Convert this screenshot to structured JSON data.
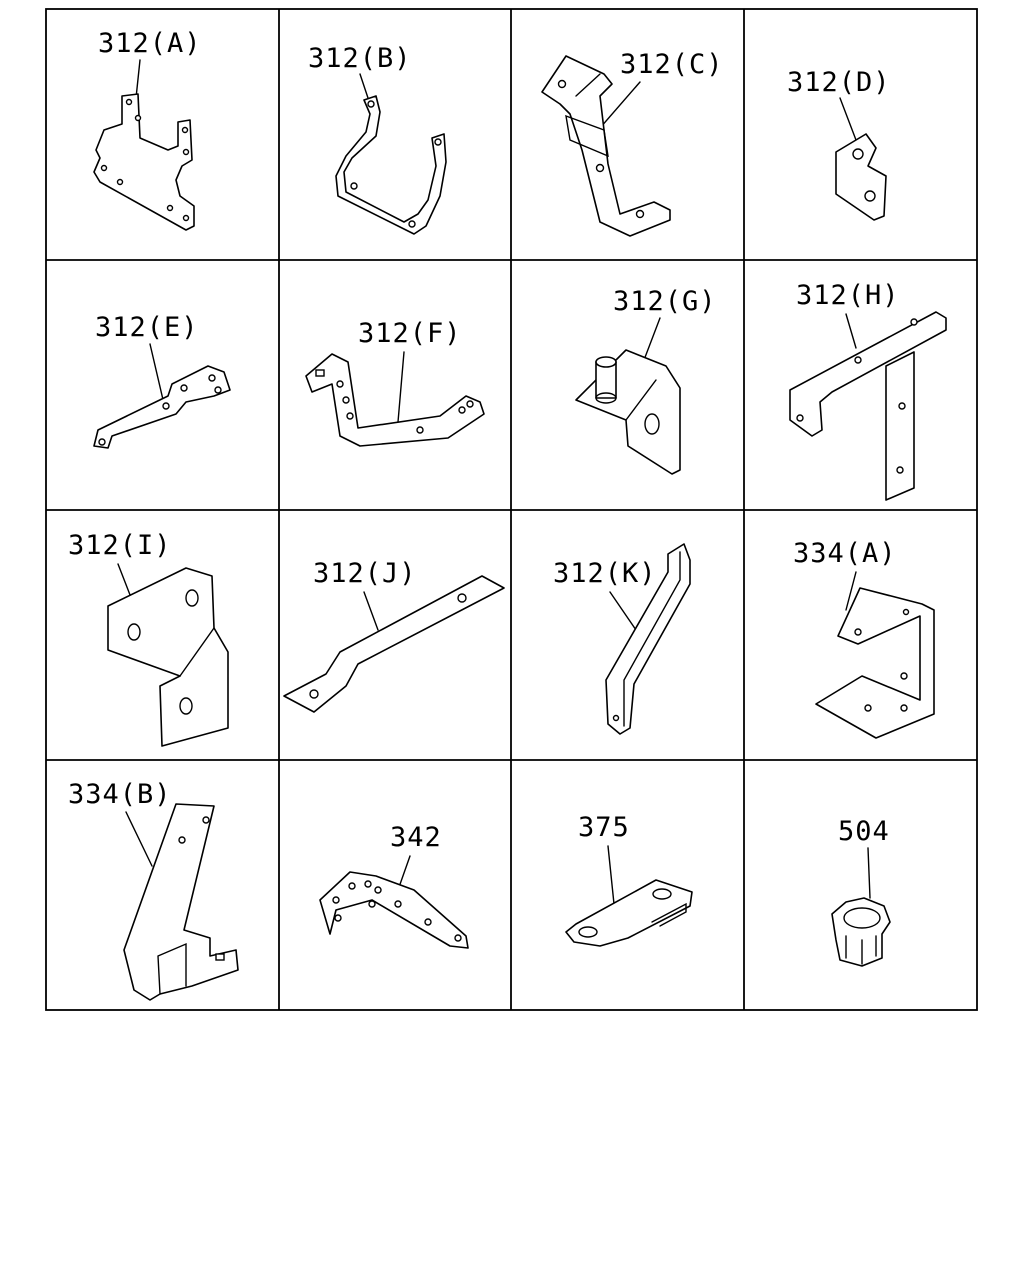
{
  "parts": [
    {
      "id": "p312a",
      "label": "312(A)"
    },
    {
      "id": "p312b",
      "label": "312(B)"
    },
    {
      "id": "p312c",
      "label": "312(C)"
    },
    {
      "id": "p312d",
      "label": "312(D)"
    },
    {
      "id": "p312e",
      "label": "312(E)"
    },
    {
      "id": "p312f",
      "label": "312(F)"
    },
    {
      "id": "p312g",
      "label": "312(G)"
    },
    {
      "id": "p312h",
      "label": "312(H)"
    },
    {
      "id": "p312i",
      "label": "312(I)"
    },
    {
      "id": "p312j",
      "label": "312(J)"
    },
    {
      "id": "p312k",
      "label": "312(K)"
    },
    {
      "id": "p334a",
      "label": "334(A)"
    },
    {
      "id": "p334b",
      "label": "334(B)"
    },
    {
      "id": "p342",
      "label": "342"
    },
    {
      "id": "p375",
      "label": "375"
    },
    {
      "id": "p504",
      "label": "504"
    }
  ]
}
